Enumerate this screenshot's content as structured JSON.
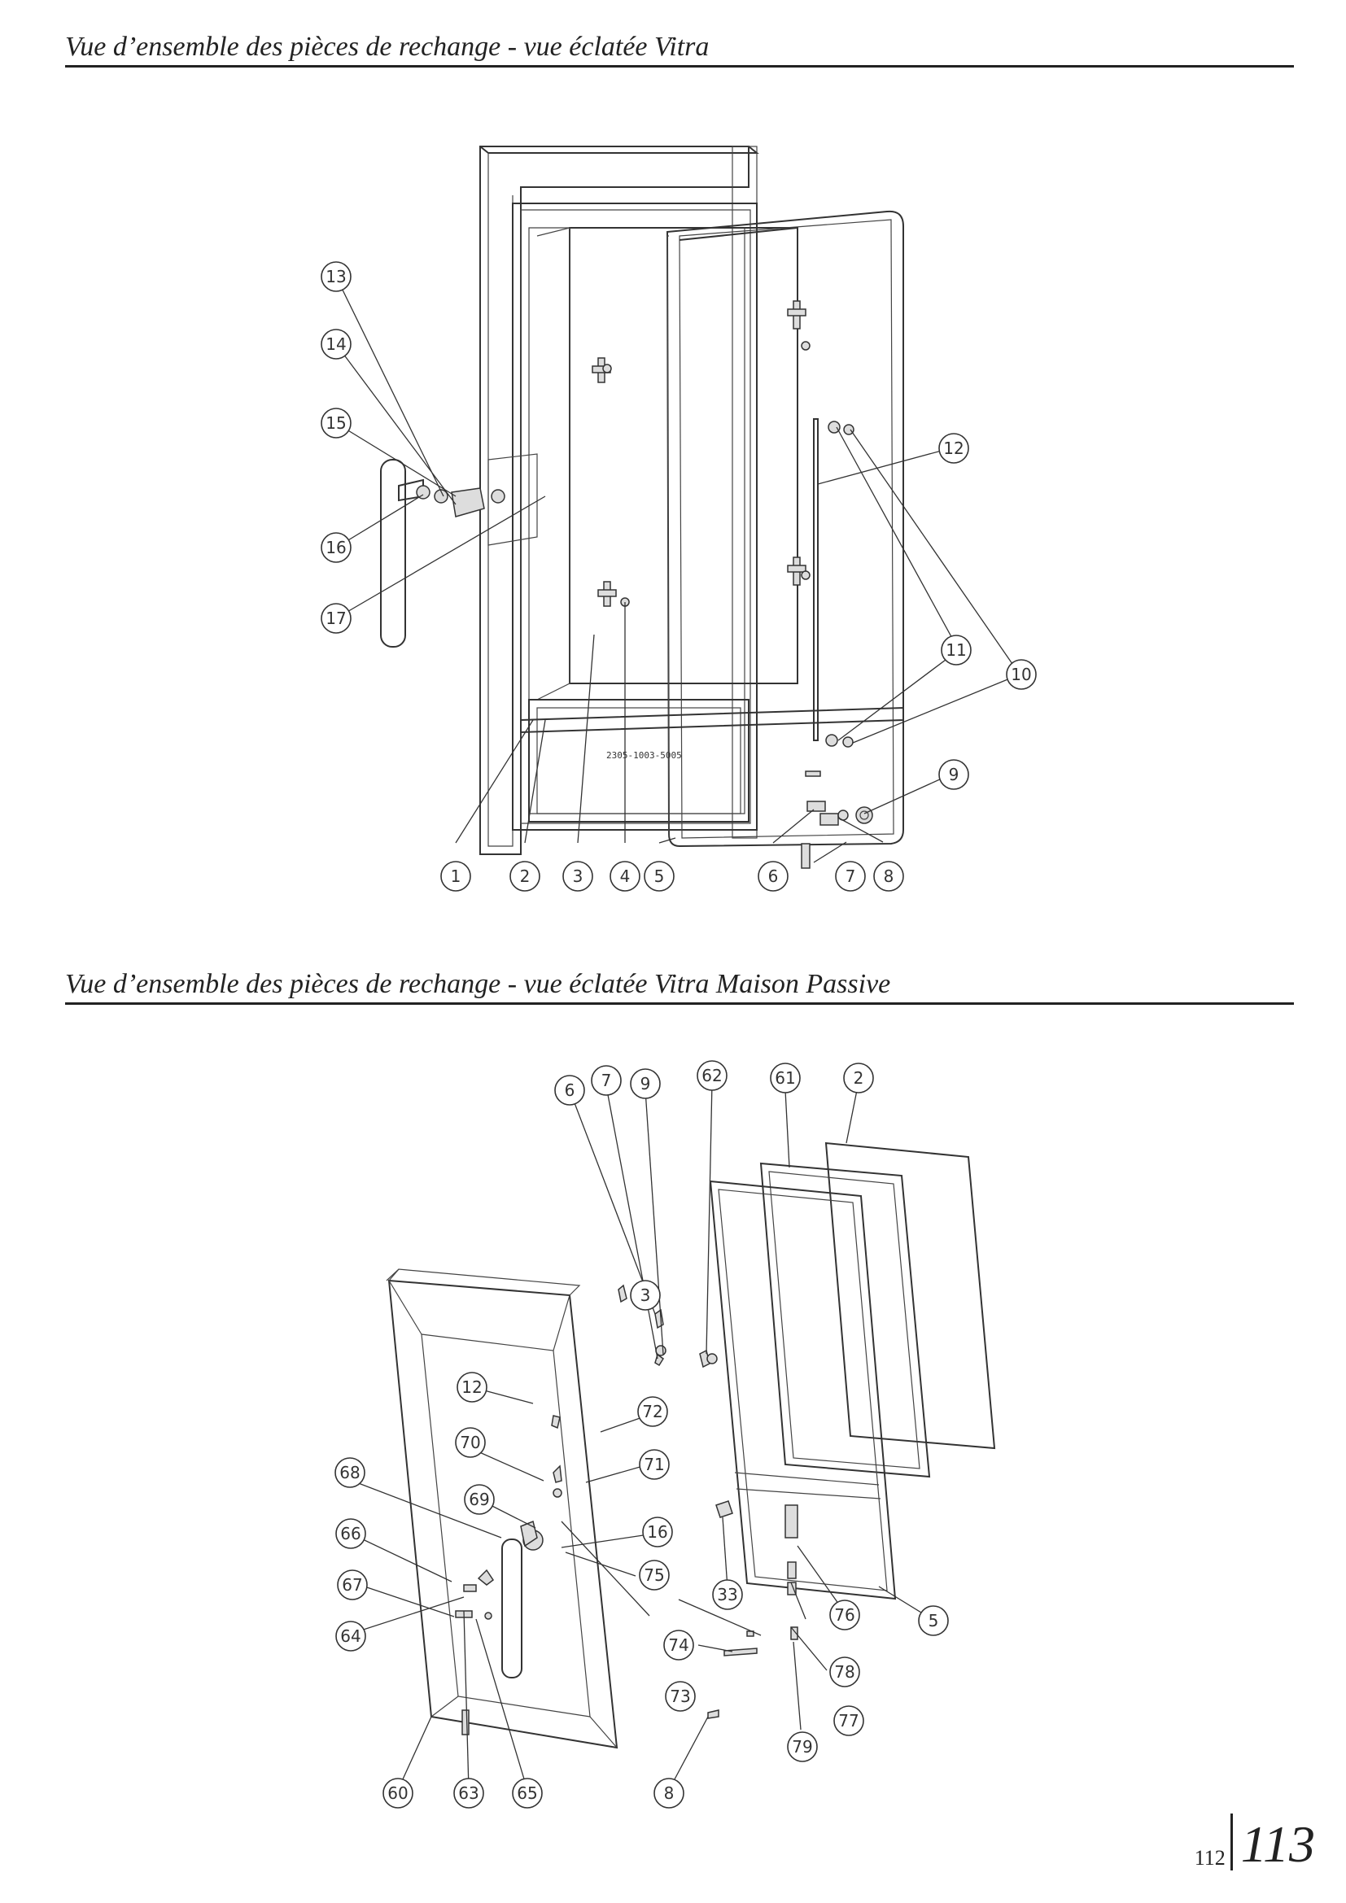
{
  "sections": [
    {
      "title": "Vue d’ensemble des pièces de rechange - vue éclatée Vitra",
      "diagram": {
        "serial": "2305-1003-5005",
        "callouts": [
          "1",
          "2",
          "3",
          "4",
          "5",
          "6",
          "7",
          "8",
          "9",
          "10",
          "11",
          "12",
          "13",
          "14",
          "15",
          "16",
          "17"
        ]
      }
    },
    {
      "title": "Vue d’ensemble des pièces de rechange - vue éclatée Vitra Maison Passive",
      "diagram": {
        "callouts": [
          "2",
          "3",
          "5",
          "6",
          "7",
          "8",
          "9",
          "12",
          "16",
          "33",
          "60",
          "61",
          "62",
          "63",
          "64",
          "65",
          "66",
          "67",
          "68",
          "69",
          "70",
          "71",
          "72",
          "73",
          "74",
          "75",
          "76",
          "77",
          "78",
          "79"
        ]
      }
    }
  ],
  "page_numbers": {
    "left": "112",
    "right": "113"
  }
}
